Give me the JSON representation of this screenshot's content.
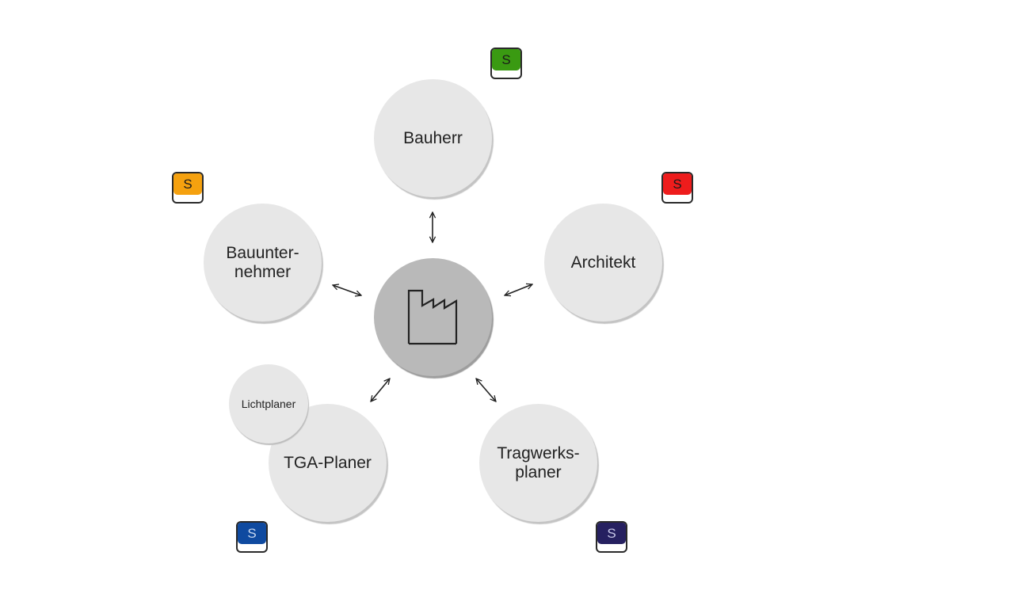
{
  "diagram": {
    "center": {
      "icon": "factory-icon"
    },
    "nodes": [
      {
        "id": "bauherr",
        "label": "Bauherr",
        "badge": {
          "letter": "S",
          "color": "#3a9a12",
          "text_color": "#1a1a1a"
        }
      },
      {
        "id": "architekt",
        "label": "Architekt",
        "badge": {
          "letter": "S",
          "color": "#ee1c1c",
          "text_color": "#1a1a1a"
        }
      },
      {
        "id": "tragwerksplaner",
        "label": "Tragwerks-\nplaner",
        "badge": {
          "letter": "S",
          "color": "#262060",
          "text_color": "#c8c8e8"
        }
      },
      {
        "id": "tga-planer",
        "label": "TGA-Planer",
        "badge": {
          "letter": "S",
          "color": "#0f4aa0",
          "text_color": "#c8d8f0"
        }
      },
      {
        "id": "lichtplaner",
        "label": "Lichtplaner"
      },
      {
        "id": "bauunternehmer",
        "label": "Bauunter-\nnehmer",
        "badge": {
          "letter": "S",
          "color": "#f5a10f",
          "text_color": "#1a1a1a"
        }
      }
    ],
    "connector_icon": "double-arrow-icon"
  }
}
